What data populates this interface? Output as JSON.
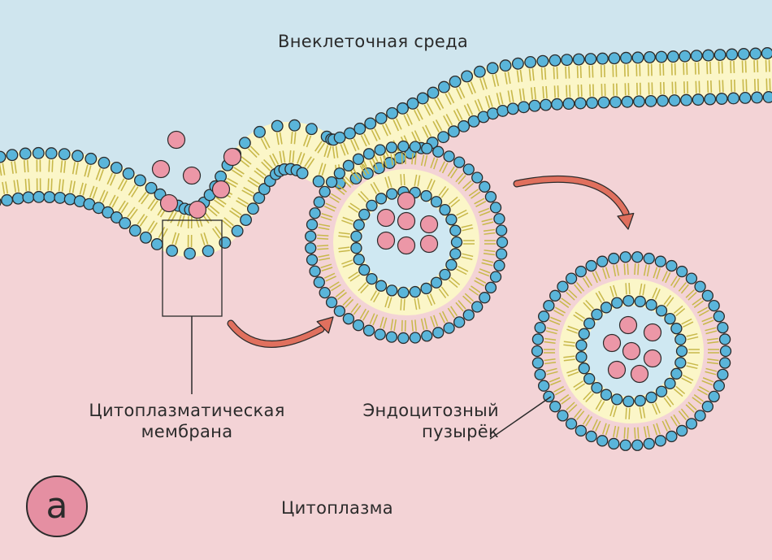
{
  "labels": {
    "extracellular": "Внеклеточная среда",
    "membrane_line1": "Цитоплазматическая",
    "membrane_line2": "мембрана",
    "vesicle_line1": "Эндоцитозный",
    "vesicle_line2": "пузырёк",
    "cytoplasm": "Цитоплазма",
    "panel_letter": "а"
  },
  "colors": {
    "extracellular": "#cfe5ee",
    "cytoplasm": "#f3d3d6",
    "lipid_head": "#5ab5da",
    "lipid_tail": "#c8b84a",
    "bilayer_core": "#fbf6c8",
    "vesicle_lumen": "#cfe8f2",
    "cargo_particle": "#ec97a7",
    "arrow": "#e0705e",
    "outline": "#2b2b2b",
    "badge": "#e58fa2"
  }
}
